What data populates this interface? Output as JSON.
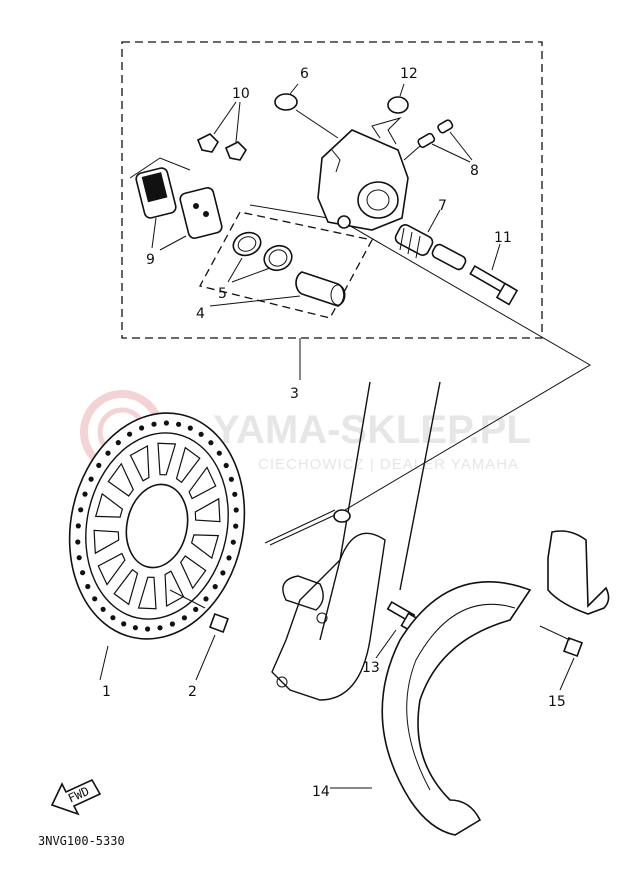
{
  "watermark": {
    "brand": "YAMA-SKLEP.PL",
    "tagline": "CIECHOWICZ | DEALER YAMAHA"
  },
  "callouts": {
    "c1": "1",
    "c2": "2",
    "c3": "3",
    "c4": "4",
    "c5": "5",
    "c6": "6",
    "c7": "7",
    "c8": "8",
    "c9": "9",
    "c10": "10",
    "c11": "11",
    "c12": "12",
    "c13": "13",
    "c14": "14",
    "c15": "15"
  },
  "fwd_label": "FWD",
  "diagram_code": "3NVG100-5330"
}
